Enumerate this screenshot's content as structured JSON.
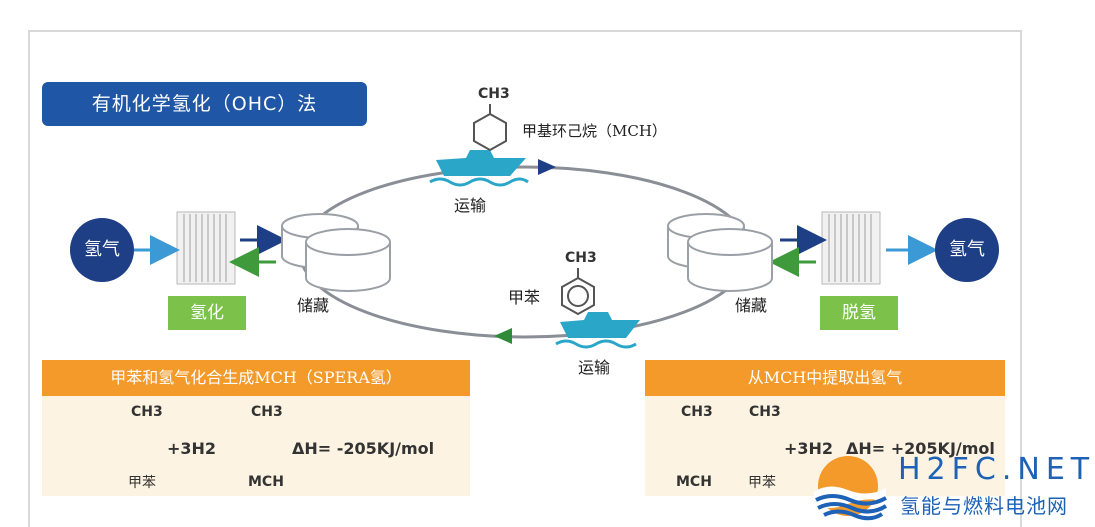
{
  "title": "有机化学氢化（OHC）法",
  "hydrogen_left": "氢气",
  "hydrogen_right": "氢气",
  "hydrogenation": "氢化",
  "dehydrogenation": "脱氢",
  "storage_left": "储藏",
  "storage_right": "储藏",
  "transport_top": "运输",
  "transport_bottom": "运输",
  "top_molecule": {
    "group": "CH3",
    "label": "甲基环己烷（MCH）"
  },
  "bottom_molecule": {
    "group": "CH3",
    "label": "甲苯"
  },
  "left_panel": {
    "header": "甲苯和氢气化合生成MCH（SPERA氢）",
    "reactant_group": "CH3",
    "reactant_name": "甲苯",
    "reagent": "+3H2",
    "product_group": "CH3",
    "product_name": "MCH",
    "enthalpy": "ΔH= -205KJ/mol"
  },
  "right_panel": {
    "header": "从MCH中提取出氢气",
    "reactant_group": "CH3",
    "reactant_name": "MCH",
    "product_group": "CH3",
    "product_name": "甲苯",
    "reagent": "+3H2",
    "enthalpy": "ΔH= +205KJ/mol"
  },
  "watermark": {
    "brand": "H2FC.NET",
    "subtitle": "氢能与燃料电池网"
  },
  "colors": {
    "navy": "#1e3f86",
    "blue": "#1f57a6",
    "green": "#7cc24a",
    "orange": "#f39a2a",
    "ship": "#2aa6c9"
  }
}
